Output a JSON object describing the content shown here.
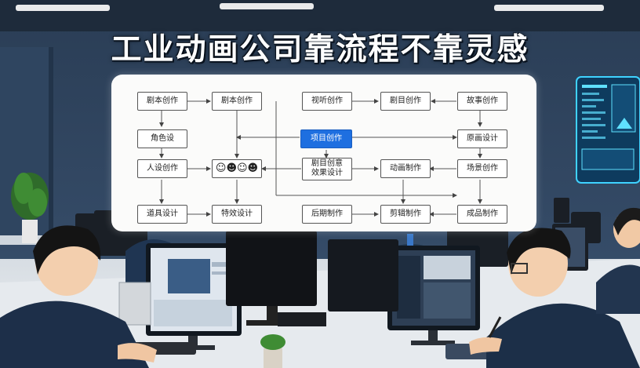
{
  "headline": "工业动画公司靠流程不靠灵感",
  "flowchart": {
    "nodes": {
      "n1": "剧本创作",
      "n2": "剧本创作",
      "n3": "视听创作",
      "n4": "剧目创作",
      "n5": "故事创作",
      "n6": "角色设",
      "n7": "项目创作",
      "n8": "原画设计",
      "n9": "人设创作",
      "n10a": "剧目创意",
      "n10b": "效果设计",
      "n11": "动画制作",
      "n12": "场景创作",
      "n13": "道具设计",
      "n14": "特效设计",
      "n15": "后期制作",
      "n16": "剪辑制作",
      "n17": "成品制作"
    }
  }
}
